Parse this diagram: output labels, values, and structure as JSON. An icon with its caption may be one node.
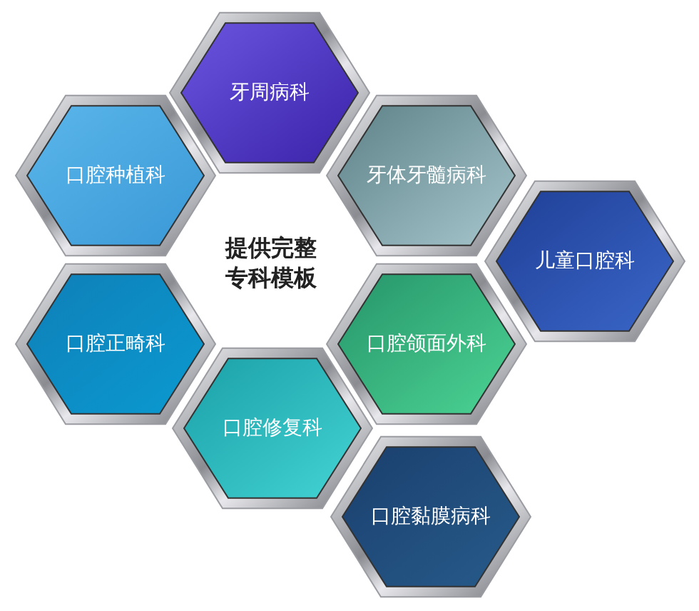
{
  "diagram": {
    "nodes": [
      {
        "text": [
          "牙周病科"
        ]
      },
      {
        "text": [
          "口腔种植科"
        ]
      },
      {
        "text": [
          "牙体牙髓病科"
        ]
      },
      {
        "text": [
          "儿童口腔科"
        ]
      },
      {
        "text": [
          "口腔正畸科"
        ]
      },
      {
        "text": [
          "口腔颌面外科"
        ]
      },
      {
        "text": [
          "口腔修复科"
        ]
      },
      {
        "text": [
          "口腔黏膜病科"
        ]
      }
    ],
    "labels": [
      "提供完整专科模板"
    ]
  }
}
